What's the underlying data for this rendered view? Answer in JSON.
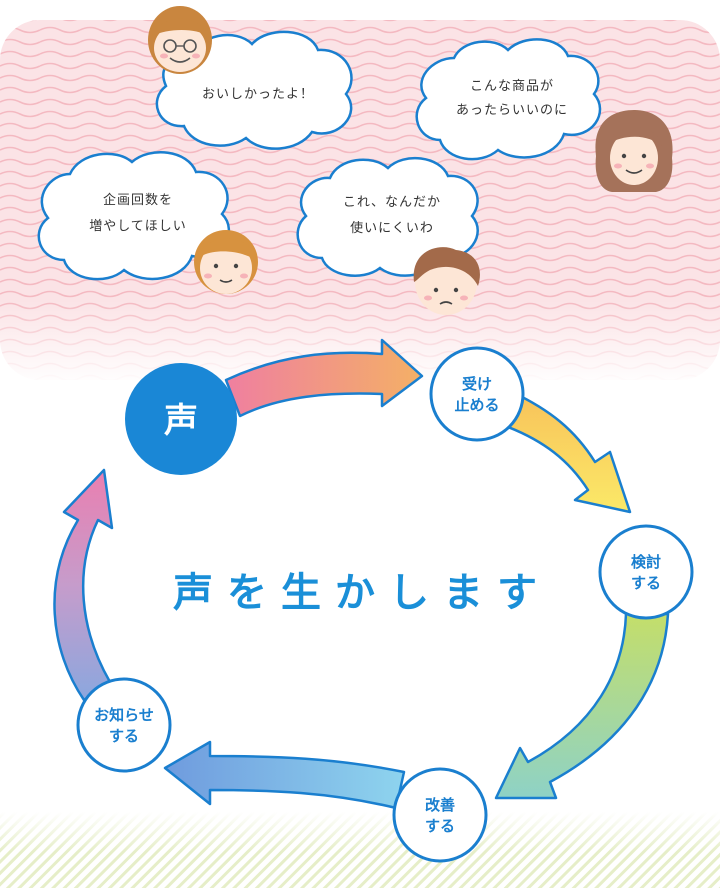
{
  "bubbles": {
    "b1": {
      "lines": [
        "おいしかったよ！"
      ]
    },
    "b2": {
      "lines": [
        "こんな商品が",
        "あったらいいのに"
      ]
    },
    "b3": {
      "lines": [
        "企画回数を",
        "増やしてほしい"
      ]
    },
    "b4": {
      "lines": [
        "これ、なんだか",
        "使いにくいわ"
      ]
    }
  },
  "cycle": {
    "start": "声",
    "center": "声を生かします",
    "steps": [
      {
        "lines": [
          "受け",
          "止める"
        ]
      },
      {
        "lines": [
          "検討",
          "する"
        ]
      },
      {
        "lines": [
          "改善",
          "する"
        ]
      },
      {
        "lines": [
          "お知らせ",
          "する"
        ]
      }
    ]
  },
  "colors": {
    "accent": "#1a7fcf",
    "voice_circle": "#1a87d6",
    "wave_bg": "#f6c9cf",
    "bottom_pattern": "#e3ecc2"
  }
}
